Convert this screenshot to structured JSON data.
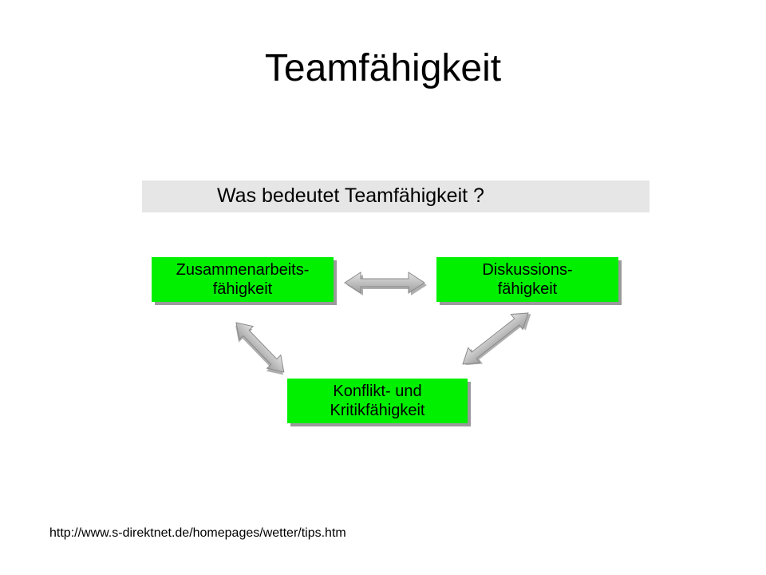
{
  "slide": {
    "title": "Teamfähigkeit",
    "banner": "Was bedeutet Teamfähigkeit ?",
    "boxes": {
      "collaboration": {
        "line1": "Zusammenarbeits-",
        "line2": "fähigkeit"
      },
      "discussion": {
        "line1": "Diskussions-",
        "line2": "fähigkeit"
      },
      "conflict": {
        "line1": "Konflikt- und",
        "line2": "Kritikfähigkeit"
      }
    },
    "source_url": "http://www.s-direktnet.de/homepages/wetter/tips.htm"
  },
  "colors": {
    "box_fill": "#00f000",
    "banner_fill": "#e6e6e6",
    "arrow_fill": "#c8c8c8"
  }
}
